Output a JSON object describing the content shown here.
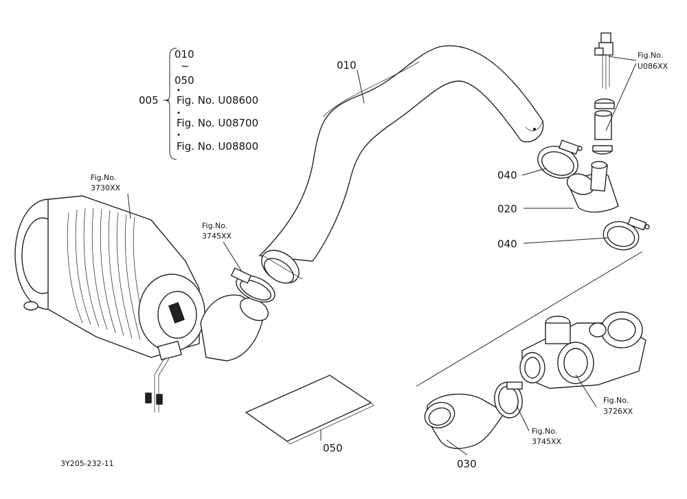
{
  "group_label": {
    "callout": "005",
    "range_start": "010",
    "tilde": "~",
    "range_end": "050",
    "fig_refs": [
      "Fig. No. U08600",
      "Fig. No. U08700",
      "Fig. No. U08800"
    ]
  },
  "callouts": {
    "c010": "010",
    "c020": "020",
    "c030": "030",
    "c040a": "040",
    "c040b": "040",
    "c050": "050"
  },
  "fig_refs": {
    "u086": {
      "line1": "Fig.No.",
      "line2": "U086XX"
    },
    "f3730": {
      "line1": "Fig.No.",
      "line2": "3730XX"
    },
    "f3745a": {
      "line1": "Fig.No.",
      "line2": "3745XX"
    },
    "f3745b": {
      "line1": "Fig.No.",
      "line2": "3745XX"
    },
    "f3726": {
      "line1": "Fig.No.",
      "line2": "3726XX"
    }
  },
  "drawing_code": "3Y205-232-11"
}
